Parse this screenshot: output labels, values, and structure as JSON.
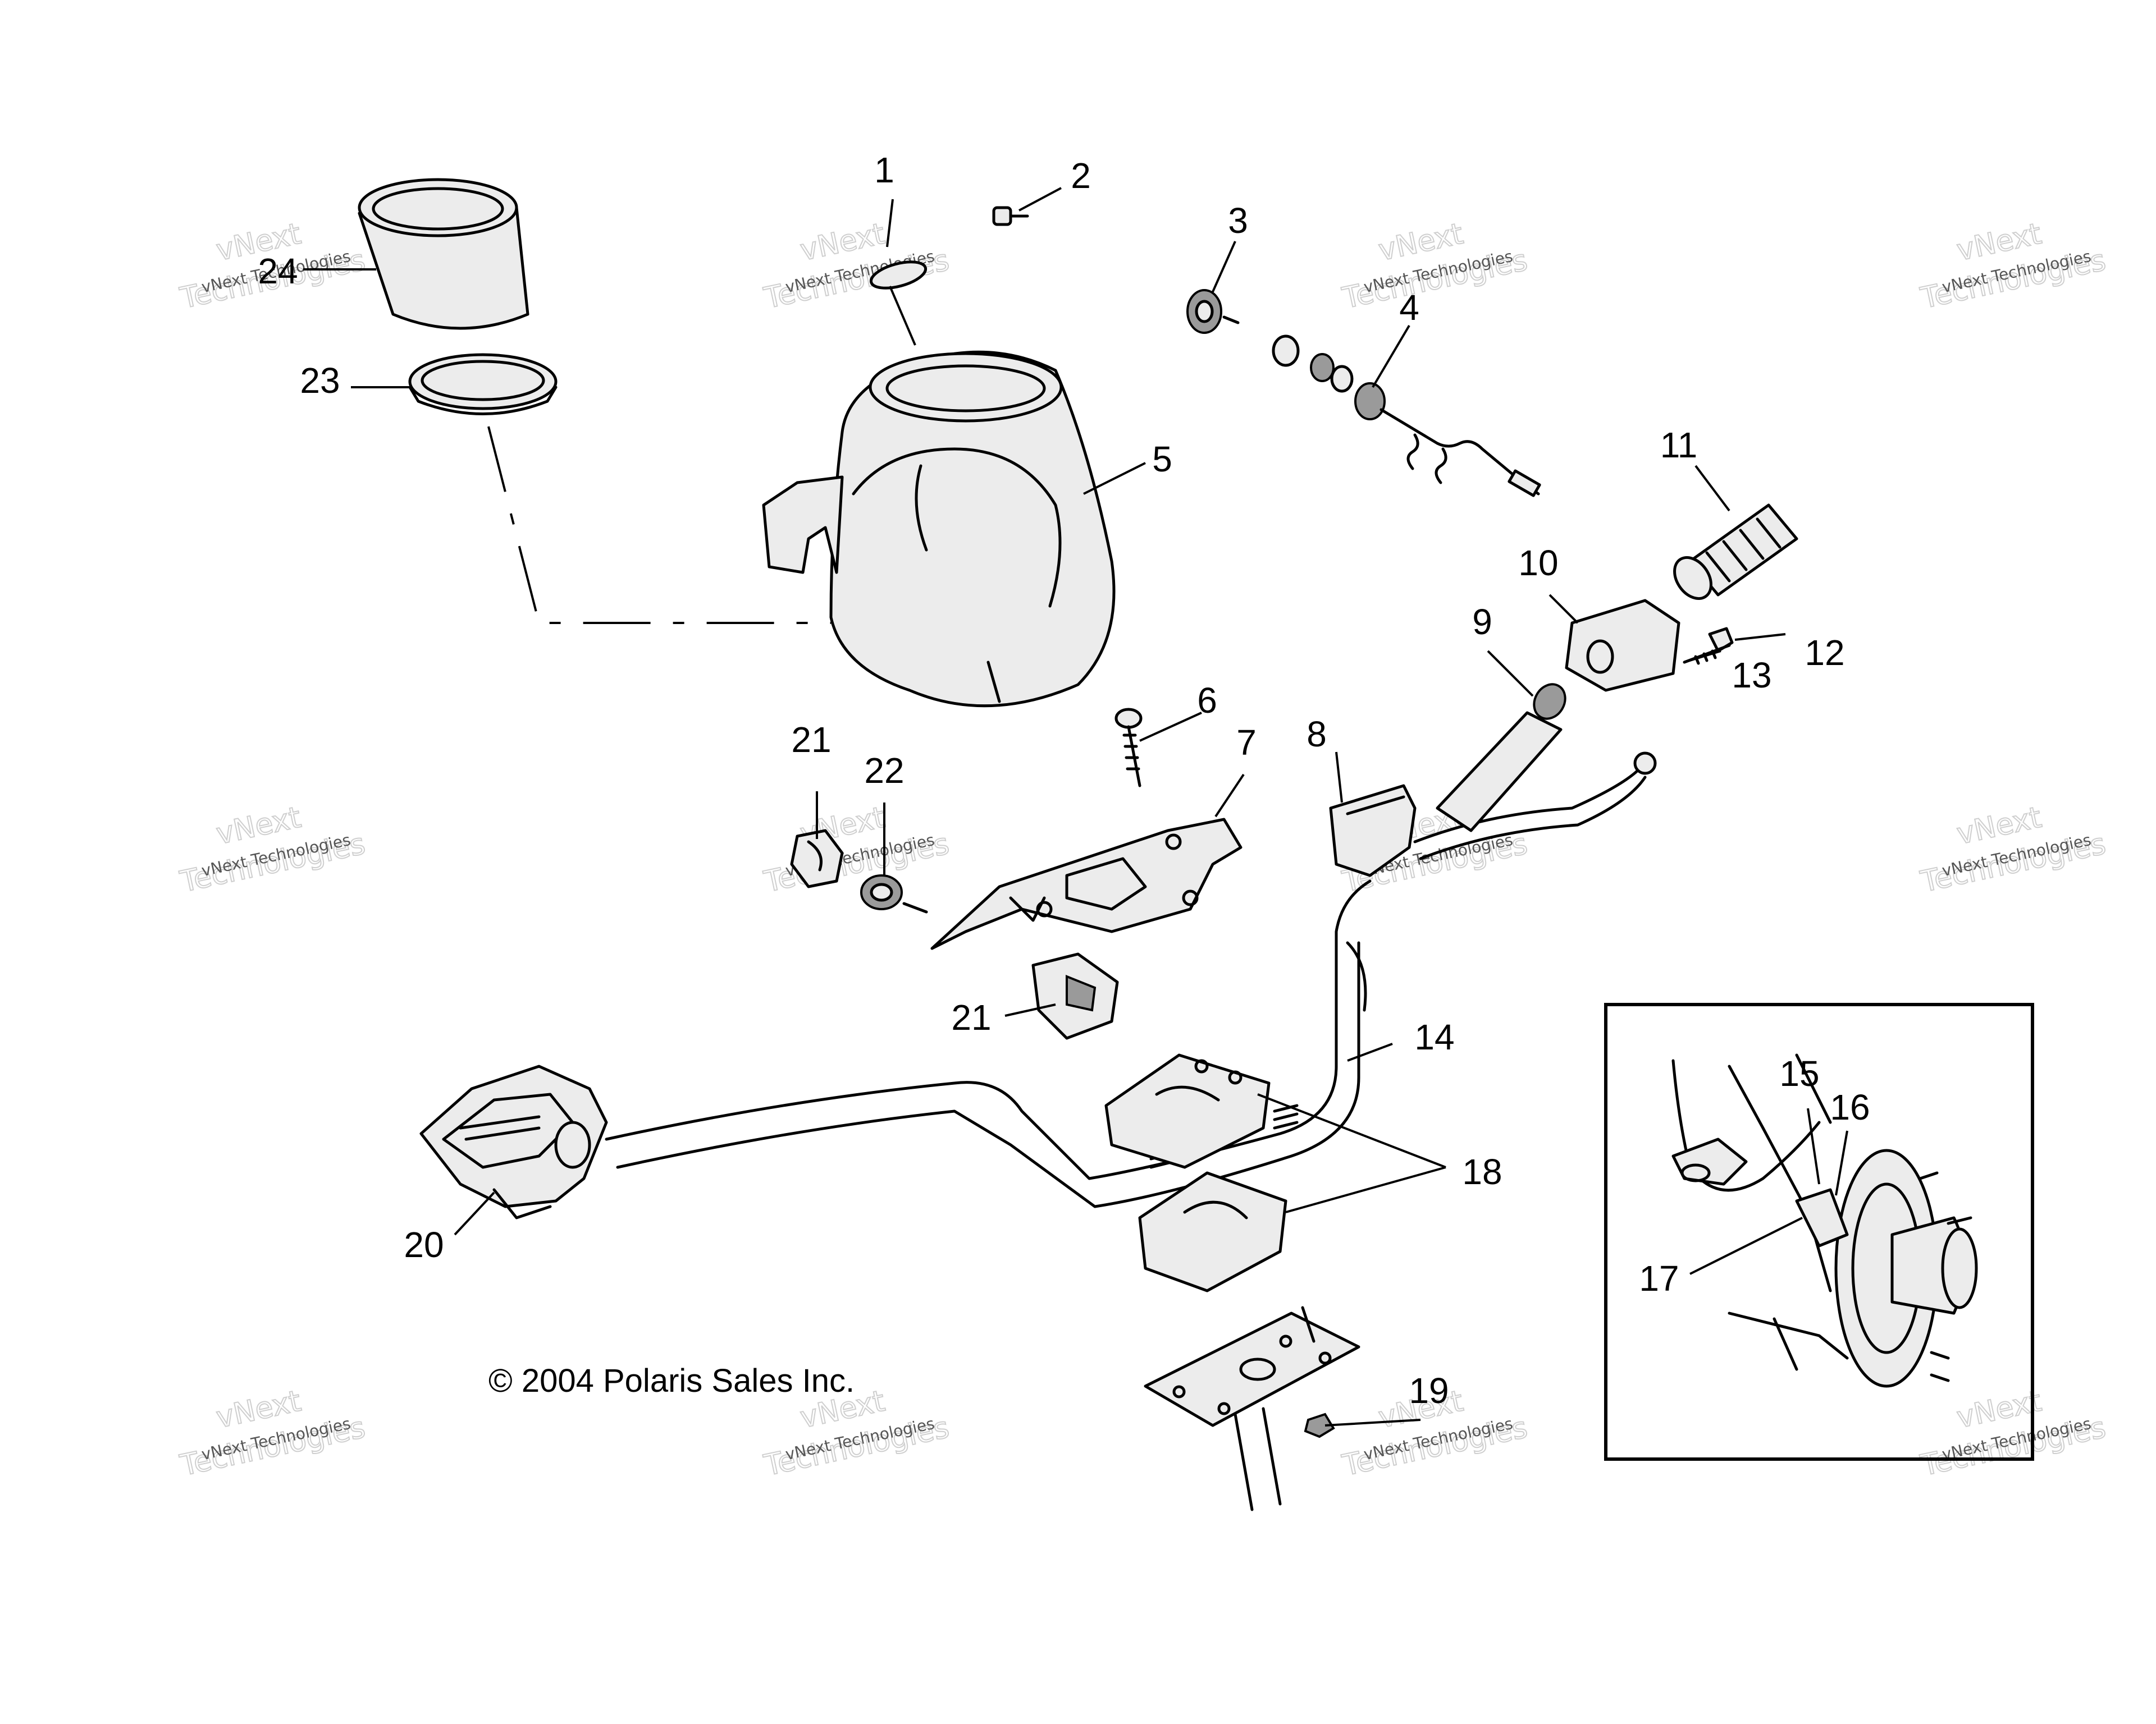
{
  "copyright": "© 2004 Polaris Sales Inc.",
  "watermark": {
    "line_small": "vNext Technologies",
    "line_big_1": "vNext",
    "line_big_2": "Technologies"
  },
  "callouts": [
    "1",
    "2",
    "3",
    "4",
    "5",
    "6",
    "7",
    "8",
    "9",
    "10",
    "11",
    "12",
    "13",
    "14",
    "15",
    "16",
    "17",
    "18",
    "19",
    "20",
    "21",
    "21",
    "22",
    "23",
    "24"
  ]
}
